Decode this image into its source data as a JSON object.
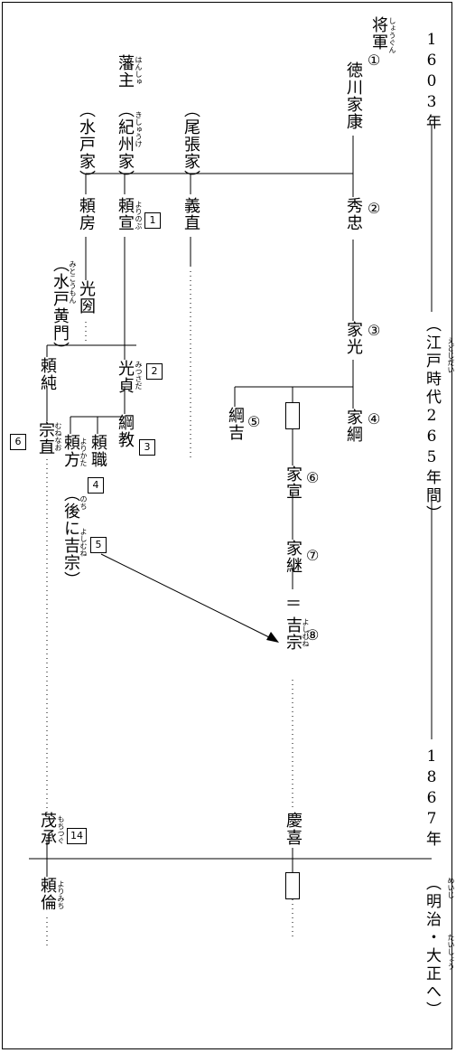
{
  "timeline": {
    "top_year": "1603年",
    "edo_period": "（江戸時代265年間）",
    "edo_ruby": "えどじだい",
    "bottom_year": "1867年",
    "later_period": "（明治・大正へ）",
    "meiji_ruby": "めいじ",
    "taisho_ruby": "たいしょう"
  },
  "shogun_heading": {
    "label": "将軍",
    "ruby": "しょうぐん"
  },
  "hanshu_heading": {
    "label": "藩主",
    "ruby": "はんしゅ"
  },
  "branches": {
    "mito": "（水戸家）",
    "kishu": "（紀州家）",
    "kishu_ruby": "きしゅうけ",
    "owari": "（尾張家）"
  },
  "shoguns": [
    {
      "name": "徳川家康",
      "number": "①"
    },
    {
      "name": "秀忠",
      "number": "②"
    },
    {
      "name": "家光",
      "number": "③"
    },
    {
      "name": "家綱",
      "number": "④"
    },
    {
      "name": "綱吉",
      "number": "⑤"
    },
    {
      "name": "家宣",
      "number": "⑥"
    },
    {
      "name": "家継",
      "number": "⑦"
    },
    {
      "name": "吉宗",
      "number": "⑧",
      "ruby": "よしむね",
      "adopted_mark": "＝"
    },
    {
      "name": "慶喜"
    }
  ],
  "lords": {
    "yorifusa": "頼房",
    "yorinobu": {
      "name": "頼宣",
      "ruby": "よりのぶ",
      "number": "1"
    },
    "yoshinao": "義直",
    "mitsukuni": "光圀",
    "mito_komon": "（水戸黄門）",
    "mito_komon_ruby": "みとこうもん",
    "yorizumi": "頼純",
    "mitsusada": {
      "name": "光貞",
      "ruby": "みつさだ",
      "number": "2"
    },
    "munenao": {
      "name": "宗直",
      "ruby": "むねなお",
      "number": "6"
    },
    "yorikata": {
      "name": "頼方",
      "ruby": "よりかた"
    },
    "yorimoto": "頼職",
    "tsunanori": {
      "name": "綱教",
      "number": "3"
    },
    "yorimoto_number": "4",
    "later": {
      "text": "（後に吉宗）",
      "nochi_ruby": "のち",
      "yoshimune_ruby": "よしむね",
      "number": "5"
    },
    "mochitsugu": {
      "name": "茂承",
      "ruby": "もちつぐ",
      "number": "14"
    },
    "yorimichi": {
      "name": "頼倫",
      "ruby": "よりみち"
    }
  }
}
